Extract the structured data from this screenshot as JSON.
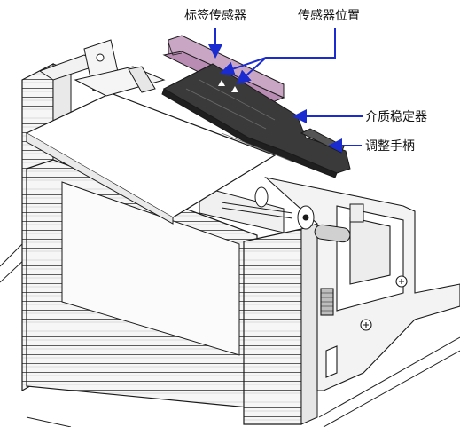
{
  "labels": {
    "label_sensor": "标签传感器",
    "sensor_position": "传感器位置",
    "media_stabilizer": "介质稳定器",
    "adjust_handle": "调整手柄"
  },
  "colors": {
    "arrow": "#1a2bd0",
    "sensor_pink": "#c9a6c4",
    "stabilizer_dark": "#3a3a3a",
    "line": "#1a1a1a",
    "frame_fill": "#f4f4f4"
  }
}
